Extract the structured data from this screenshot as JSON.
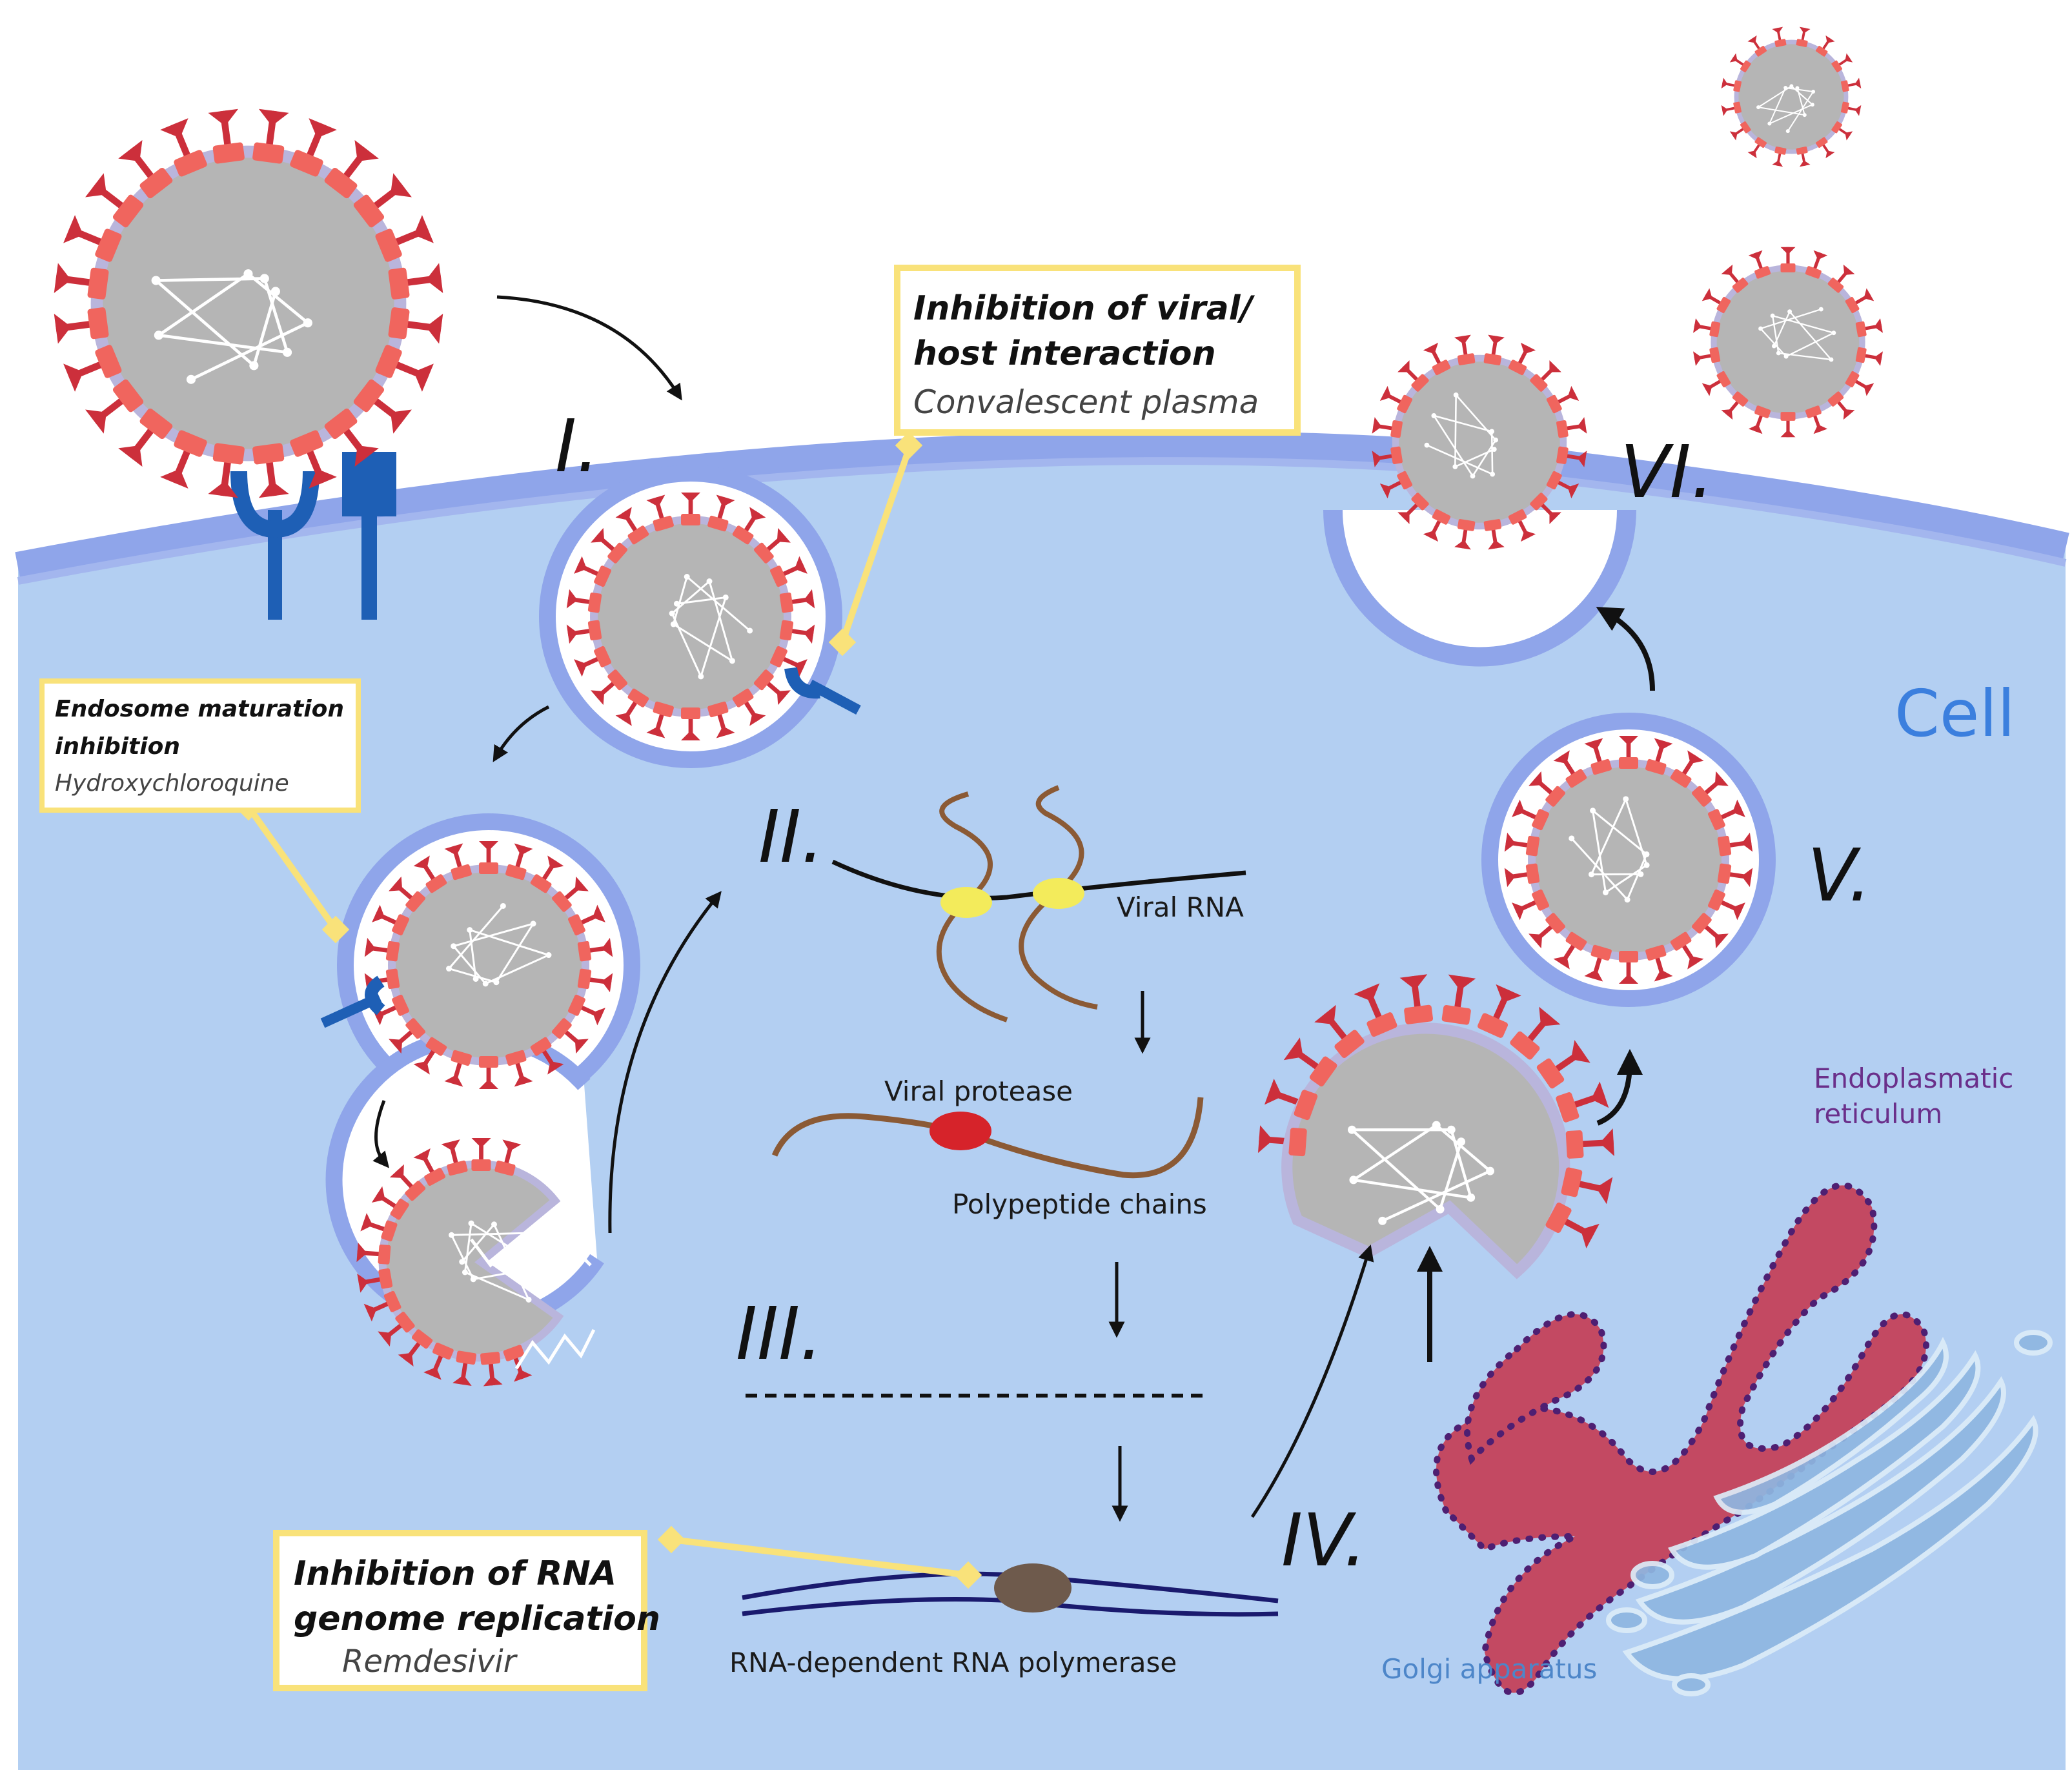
{
  "cell": {
    "label": "Cell"
  },
  "steps": {
    "i": "I.",
    "ii": "II.",
    "iii": "III.",
    "iv": "IV.",
    "v": "V.",
    "vi": "VI."
  },
  "inhibitors": {
    "interaction": {
      "title_1": "Inhibition of viral/",
      "title_2": "host interaction",
      "drug": "Convalescent plasma"
    },
    "endosome": {
      "title_1": "Endosome maturation",
      "title_2": "inhibition",
      "drug": "Hydroxychloroquine"
    },
    "replication": {
      "title_1": "Inhibition of RNA",
      "title_2": "genome replication",
      "drug": "Remdesivir"
    }
  },
  "labels": {
    "viral_rna": "Viral RNA",
    "viral_protease": "Viral protease",
    "polypeptide": "Polypeptide chains",
    "polymerase": "RNA-dependent RNA polymerase",
    "er_1": "Endoplasmatic",
    "er_2": "reticulum",
    "golgi": "Golgi apparatus"
  },
  "colors": {
    "cytoplasm": "#b3cff2",
    "membrane": "#8fa5ea",
    "membrane_outer": "#b9c6f3",
    "cell_label": "#3b7fde",
    "spike": "#cc2f3b",
    "spike_base": "#f0655e",
    "capsid": "#b5b5b5",
    "callout_border": "#f9e27a",
    "receptor": "#1e5fb5",
    "protease": "#d6232a",
    "polymerase": "#6e5a4c",
    "er_fill": "#c34962",
    "er_dots": "#4e1f72",
    "golgi": "#8fb7e1",
    "chain": "#8b5a35"
  }
}
